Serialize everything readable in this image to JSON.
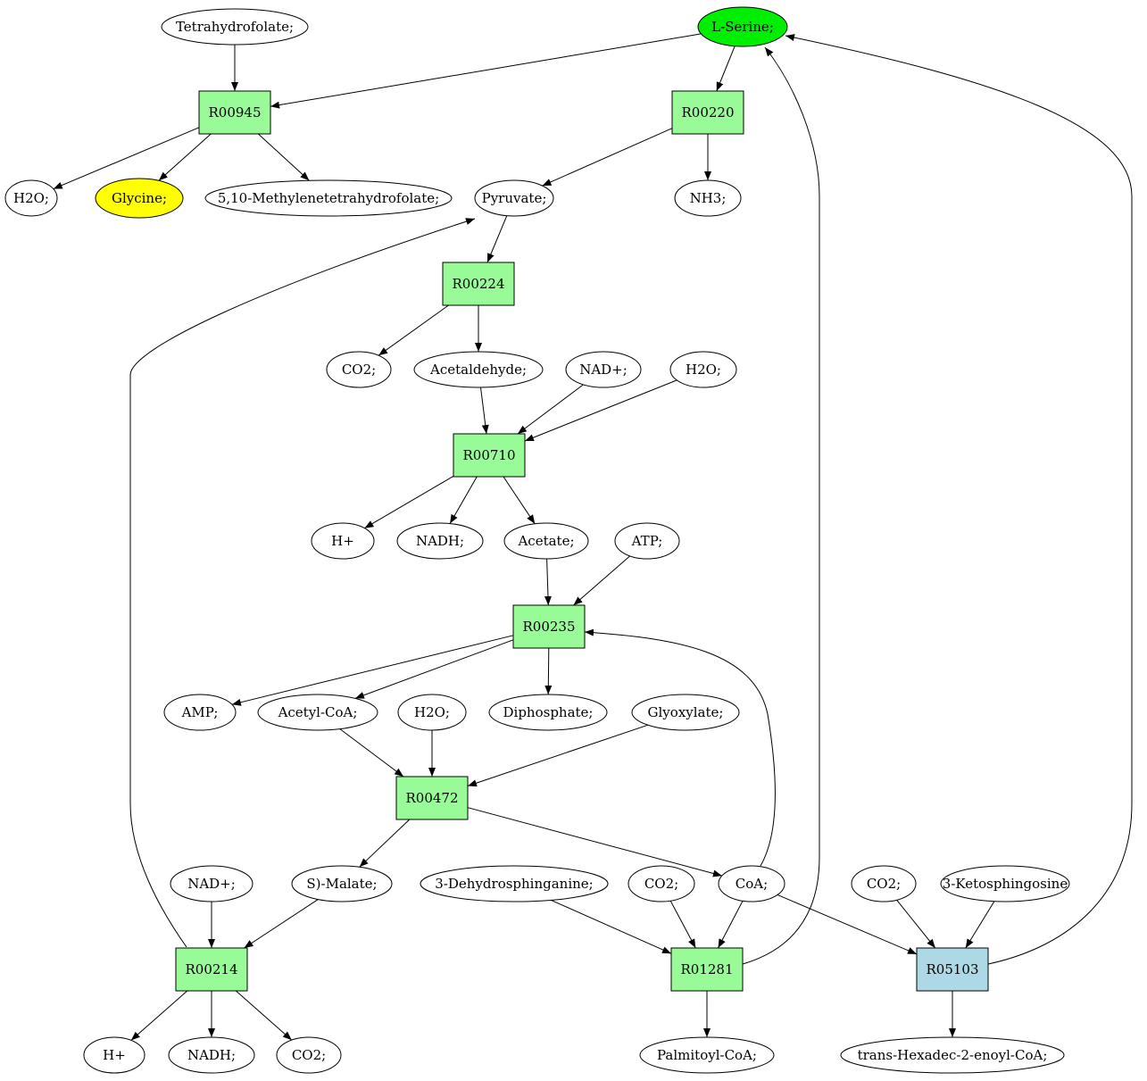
{
  "colors": {
    "reaction_fill": "#98fb98",
    "reaction_special_fill": "#add8e6",
    "compound_fill": "#ffffff",
    "source_fill": "#00ee00",
    "target_fill": "#ffff00",
    "stroke": "#000000"
  },
  "nodes": [
    {
      "id": "thf",
      "kind": "compound",
      "label": "Tetrahydrofolate;"
    },
    {
      "id": "lser",
      "kind": "compound",
      "label": "L-Serine;",
      "fill": "source"
    },
    {
      "id": "R00945",
      "kind": "reaction",
      "label": "R00945"
    },
    {
      "id": "R00220",
      "kind": "reaction",
      "label": "R00220"
    },
    {
      "id": "h2o_1",
      "kind": "compound",
      "label": "H2O;"
    },
    {
      "id": "gly",
      "kind": "compound",
      "label": "Glycine;",
      "fill": "target"
    },
    {
      "id": "methf",
      "kind": "compound",
      "label": "5,10-Methylenetetrahydrofolate;"
    },
    {
      "id": "pyr",
      "kind": "compound",
      "label": "Pyruvate;"
    },
    {
      "id": "nh3",
      "kind": "compound",
      "label": "NH3;"
    },
    {
      "id": "R00224",
      "kind": "reaction",
      "label": "R00224"
    },
    {
      "id": "co2_1",
      "kind": "compound",
      "label": "CO2;"
    },
    {
      "id": "acald",
      "kind": "compound",
      "label": "Acetaldehyde;"
    },
    {
      "id": "nad_1",
      "kind": "compound",
      "label": "NAD+;"
    },
    {
      "id": "h2o_2",
      "kind": "compound",
      "label": "H2O;"
    },
    {
      "id": "R00710",
      "kind": "reaction",
      "label": "R00710"
    },
    {
      "id": "hplus_1",
      "kind": "compound",
      "label": "H+"
    },
    {
      "id": "nadh_1",
      "kind": "compound",
      "label": "NADH;"
    },
    {
      "id": "acetate",
      "kind": "compound",
      "label": "Acetate;"
    },
    {
      "id": "atp",
      "kind": "compound",
      "label": "ATP;"
    },
    {
      "id": "R00235",
      "kind": "reaction",
      "label": "R00235"
    },
    {
      "id": "amp",
      "kind": "compound",
      "label": "AMP;"
    },
    {
      "id": "accoa",
      "kind": "compound",
      "label": "Acetyl-CoA;"
    },
    {
      "id": "h2o_3",
      "kind": "compound",
      "label": "H2O;"
    },
    {
      "id": "ppi",
      "kind": "compound",
      "label": "Diphosphate;"
    },
    {
      "id": "glyox",
      "kind": "compound",
      "label": "Glyoxylate;"
    },
    {
      "id": "R00472",
      "kind": "reaction",
      "label": "R00472"
    },
    {
      "id": "nad_2",
      "kind": "compound",
      "label": "NAD+;"
    },
    {
      "id": "malate",
      "kind": "compound",
      "label": "S)-Malate;"
    },
    {
      "id": "dhsph",
      "kind": "compound",
      "label": "3-Dehydrosphinganine;"
    },
    {
      "id": "co2_2",
      "kind": "compound",
      "label": "CO2;"
    },
    {
      "id": "coa",
      "kind": "compound",
      "label": "CoA;"
    },
    {
      "id": "co2_3",
      "kind": "compound",
      "label": "CO2;"
    },
    {
      "id": "ketosph",
      "kind": "compound",
      "label": "3-Ketosphingosine"
    },
    {
      "id": "R00214",
      "kind": "reaction",
      "label": "R00214"
    },
    {
      "id": "R01281",
      "kind": "reaction",
      "label": "R01281"
    },
    {
      "id": "R05103",
      "kind": "reaction",
      "label": "R05103",
      "fill": "special"
    },
    {
      "id": "hplus_2",
      "kind": "compound",
      "label": "H+"
    },
    {
      "id": "nadh_2",
      "kind": "compound",
      "label": "NADH;"
    },
    {
      "id": "co2_4",
      "kind": "compound",
      "label": "CO2;"
    },
    {
      "id": "palcoa",
      "kind": "compound",
      "label": "Palmitoyl-CoA;"
    },
    {
      "id": "thcoa",
      "kind": "compound",
      "label": "trans-Hexadec-2-enoyl-CoA;"
    }
  ],
  "edges": [
    [
      "thf",
      "R00945"
    ],
    [
      "lser",
      "R00945"
    ],
    [
      "lser",
      "R00220"
    ],
    [
      "R00945",
      "h2o_1"
    ],
    [
      "R00945",
      "gly"
    ],
    [
      "R00945",
      "methf"
    ],
    [
      "R00220",
      "pyr"
    ],
    [
      "R00220",
      "nh3"
    ],
    [
      "pyr",
      "R00224"
    ],
    [
      "R00224",
      "co2_1"
    ],
    [
      "R00224",
      "acald"
    ],
    [
      "acald",
      "R00710"
    ],
    [
      "nad_1",
      "R00710"
    ],
    [
      "h2o_2",
      "R00710"
    ],
    [
      "R00710",
      "hplus_1"
    ],
    [
      "R00710",
      "nadh_1"
    ],
    [
      "R00710",
      "acetate"
    ],
    [
      "acetate",
      "R00235"
    ],
    [
      "atp",
      "R00235"
    ],
    [
      "coa",
      "R00235"
    ],
    [
      "R00235",
      "amp"
    ],
    [
      "R00235",
      "accoa"
    ],
    [
      "R00235",
      "ppi"
    ],
    [
      "accoa",
      "R00472"
    ],
    [
      "h2o_3",
      "R00472"
    ],
    [
      "glyox",
      "R00472"
    ],
    [
      "R00472",
      "malate"
    ],
    [
      "R00472",
      "coa"
    ],
    [
      "nad_2",
      "R00214"
    ],
    [
      "malate",
      "R00214"
    ],
    [
      "R00214",
      "pyr"
    ],
    [
      "R00214",
      "hplus_2"
    ],
    [
      "R00214",
      "nadh_2"
    ],
    [
      "R00214",
      "co2_4"
    ],
    [
      "dhsph",
      "R01281"
    ],
    [
      "co2_2",
      "R01281"
    ],
    [
      "coa",
      "R01281"
    ],
    [
      "R01281",
      "palcoa"
    ],
    [
      "R01281",
      "lser"
    ],
    [
      "coa",
      "R05103"
    ],
    [
      "co2_3",
      "R05103"
    ],
    [
      "ketosph",
      "R05103"
    ],
    [
      "R05103",
      "thcoa"
    ],
    [
      "R05103",
      "lser"
    ]
  ]
}
